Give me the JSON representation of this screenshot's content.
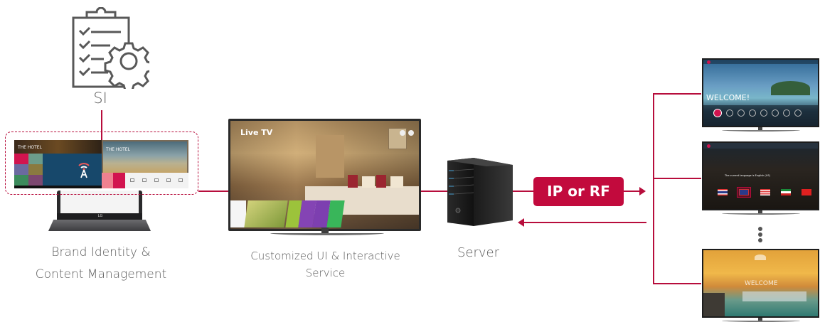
{
  "diagram": {
    "nodes": {
      "si": {
        "label": "SI",
        "icon": "clipboard-checklist-gear-icon"
      },
      "brand": {
        "label_line1": "Brand Identity &",
        "label_line2": "Content Management",
        "laptop_brand": "LG",
        "left_screen_title": "THE HOTEL",
        "right_screen_title": "THE HOTEL"
      },
      "custom_ui": {
        "label_line1": "Customized UI & Interactive",
        "label_line2": "Service",
        "tv_screen_title": "Live TV"
      },
      "server": {
        "label": "Server"
      },
      "transport": {
        "label": "IP or RF"
      },
      "clients": [
        {
          "screen_title": "WELCOME!",
          "type": "welcome-screen"
        },
        {
          "screen_title": "The current language is English (US)",
          "type": "language-select",
          "languages": [
            "Thai",
            "English",
            "Malay",
            "Kuwaiti",
            "Turkish"
          ]
        },
        {
          "screen_title": "WELCOME",
          "type": "welcome-screen"
        }
      ],
      "more_indicator": "vertical-ellipsis-icon"
    },
    "colors": {
      "accent": "#b70d3c",
      "box": "#c20a3d",
      "text": "#5a5a5a",
      "icon": "#555555"
    }
  }
}
